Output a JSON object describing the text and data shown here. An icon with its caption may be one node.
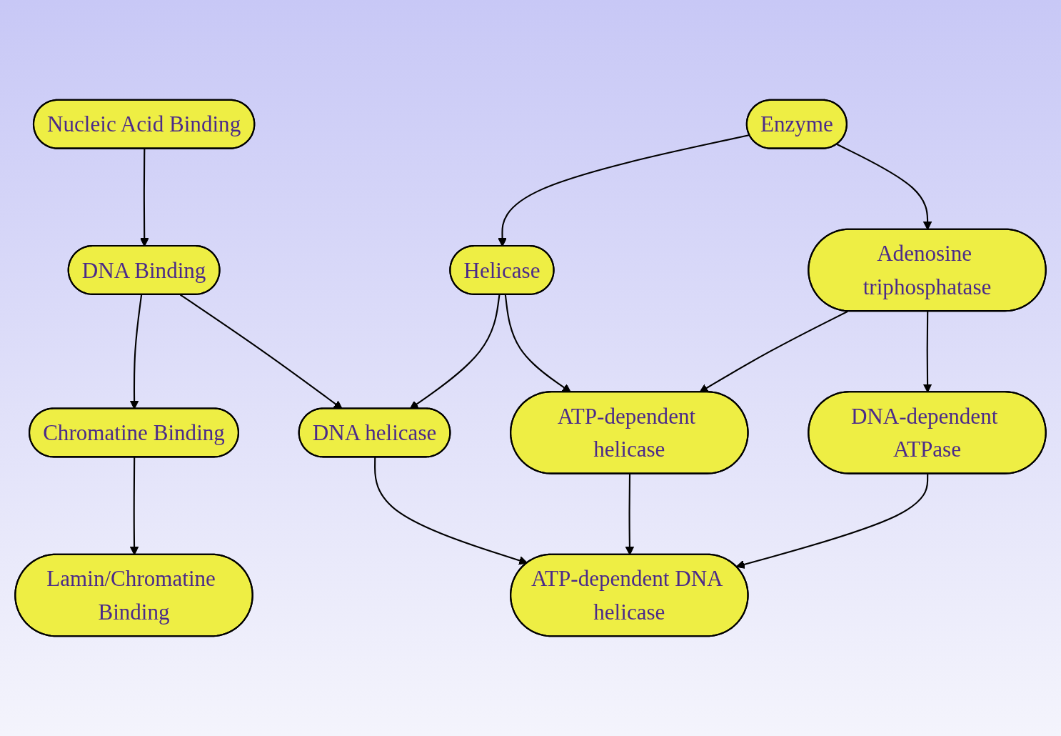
{
  "diagram": {
    "nodes": [
      {
        "text": [
          "Nucleic Acid Binding"
        ]
      },
      {
        "text": [
          "DNA Binding"
        ]
      },
      {
        "text": [
          "Chromatine Binding"
        ]
      },
      {
        "text": [
          "Lamin/Chromatine Binding"
        ]
      },
      {
        "text": [
          "Enzyme"
        ]
      },
      {
        "text": [
          "Helicase"
        ]
      },
      {
        "text": [
          "Adenosine triphosphatase"
        ]
      },
      {
        "text": [
          "DNA helicase"
        ]
      },
      {
        "text": [
          "ATP-dependent helicase"
        ]
      },
      {
        "text": [
          "DNA-dependent ATPase"
        ]
      },
      {
        "text": [
          "ATP-dependent DNA helicase"
        ]
      }
    ],
    "edges": [
      {
        "from": 0,
        "to": 1,
        "arrow": "to"
      },
      {
        "from": 1,
        "to": 2,
        "arrow": "to"
      },
      {
        "from": 2,
        "to": 3,
        "arrow": "to"
      },
      {
        "from": 1,
        "to": 7,
        "arrow": "to"
      },
      {
        "from": 4,
        "to": 5,
        "arrow": "to"
      },
      {
        "from": 4,
        "to": 6,
        "arrow": "to"
      },
      {
        "from": 5,
        "to": 7,
        "arrow": "to"
      },
      {
        "from": 5,
        "to": 8,
        "arrow": "to"
      },
      {
        "from": 6,
        "to": 8,
        "arrow": "to"
      },
      {
        "from": 6,
        "to": 9,
        "arrow": "to"
      },
      {
        "from": 7,
        "to": 10,
        "arrow": "to"
      },
      {
        "from": 8,
        "to": 10,
        "arrow": "to"
      },
      {
        "from": 9,
        "to": 10,
        "arrow": "to"
      }
    ]
  }
}
